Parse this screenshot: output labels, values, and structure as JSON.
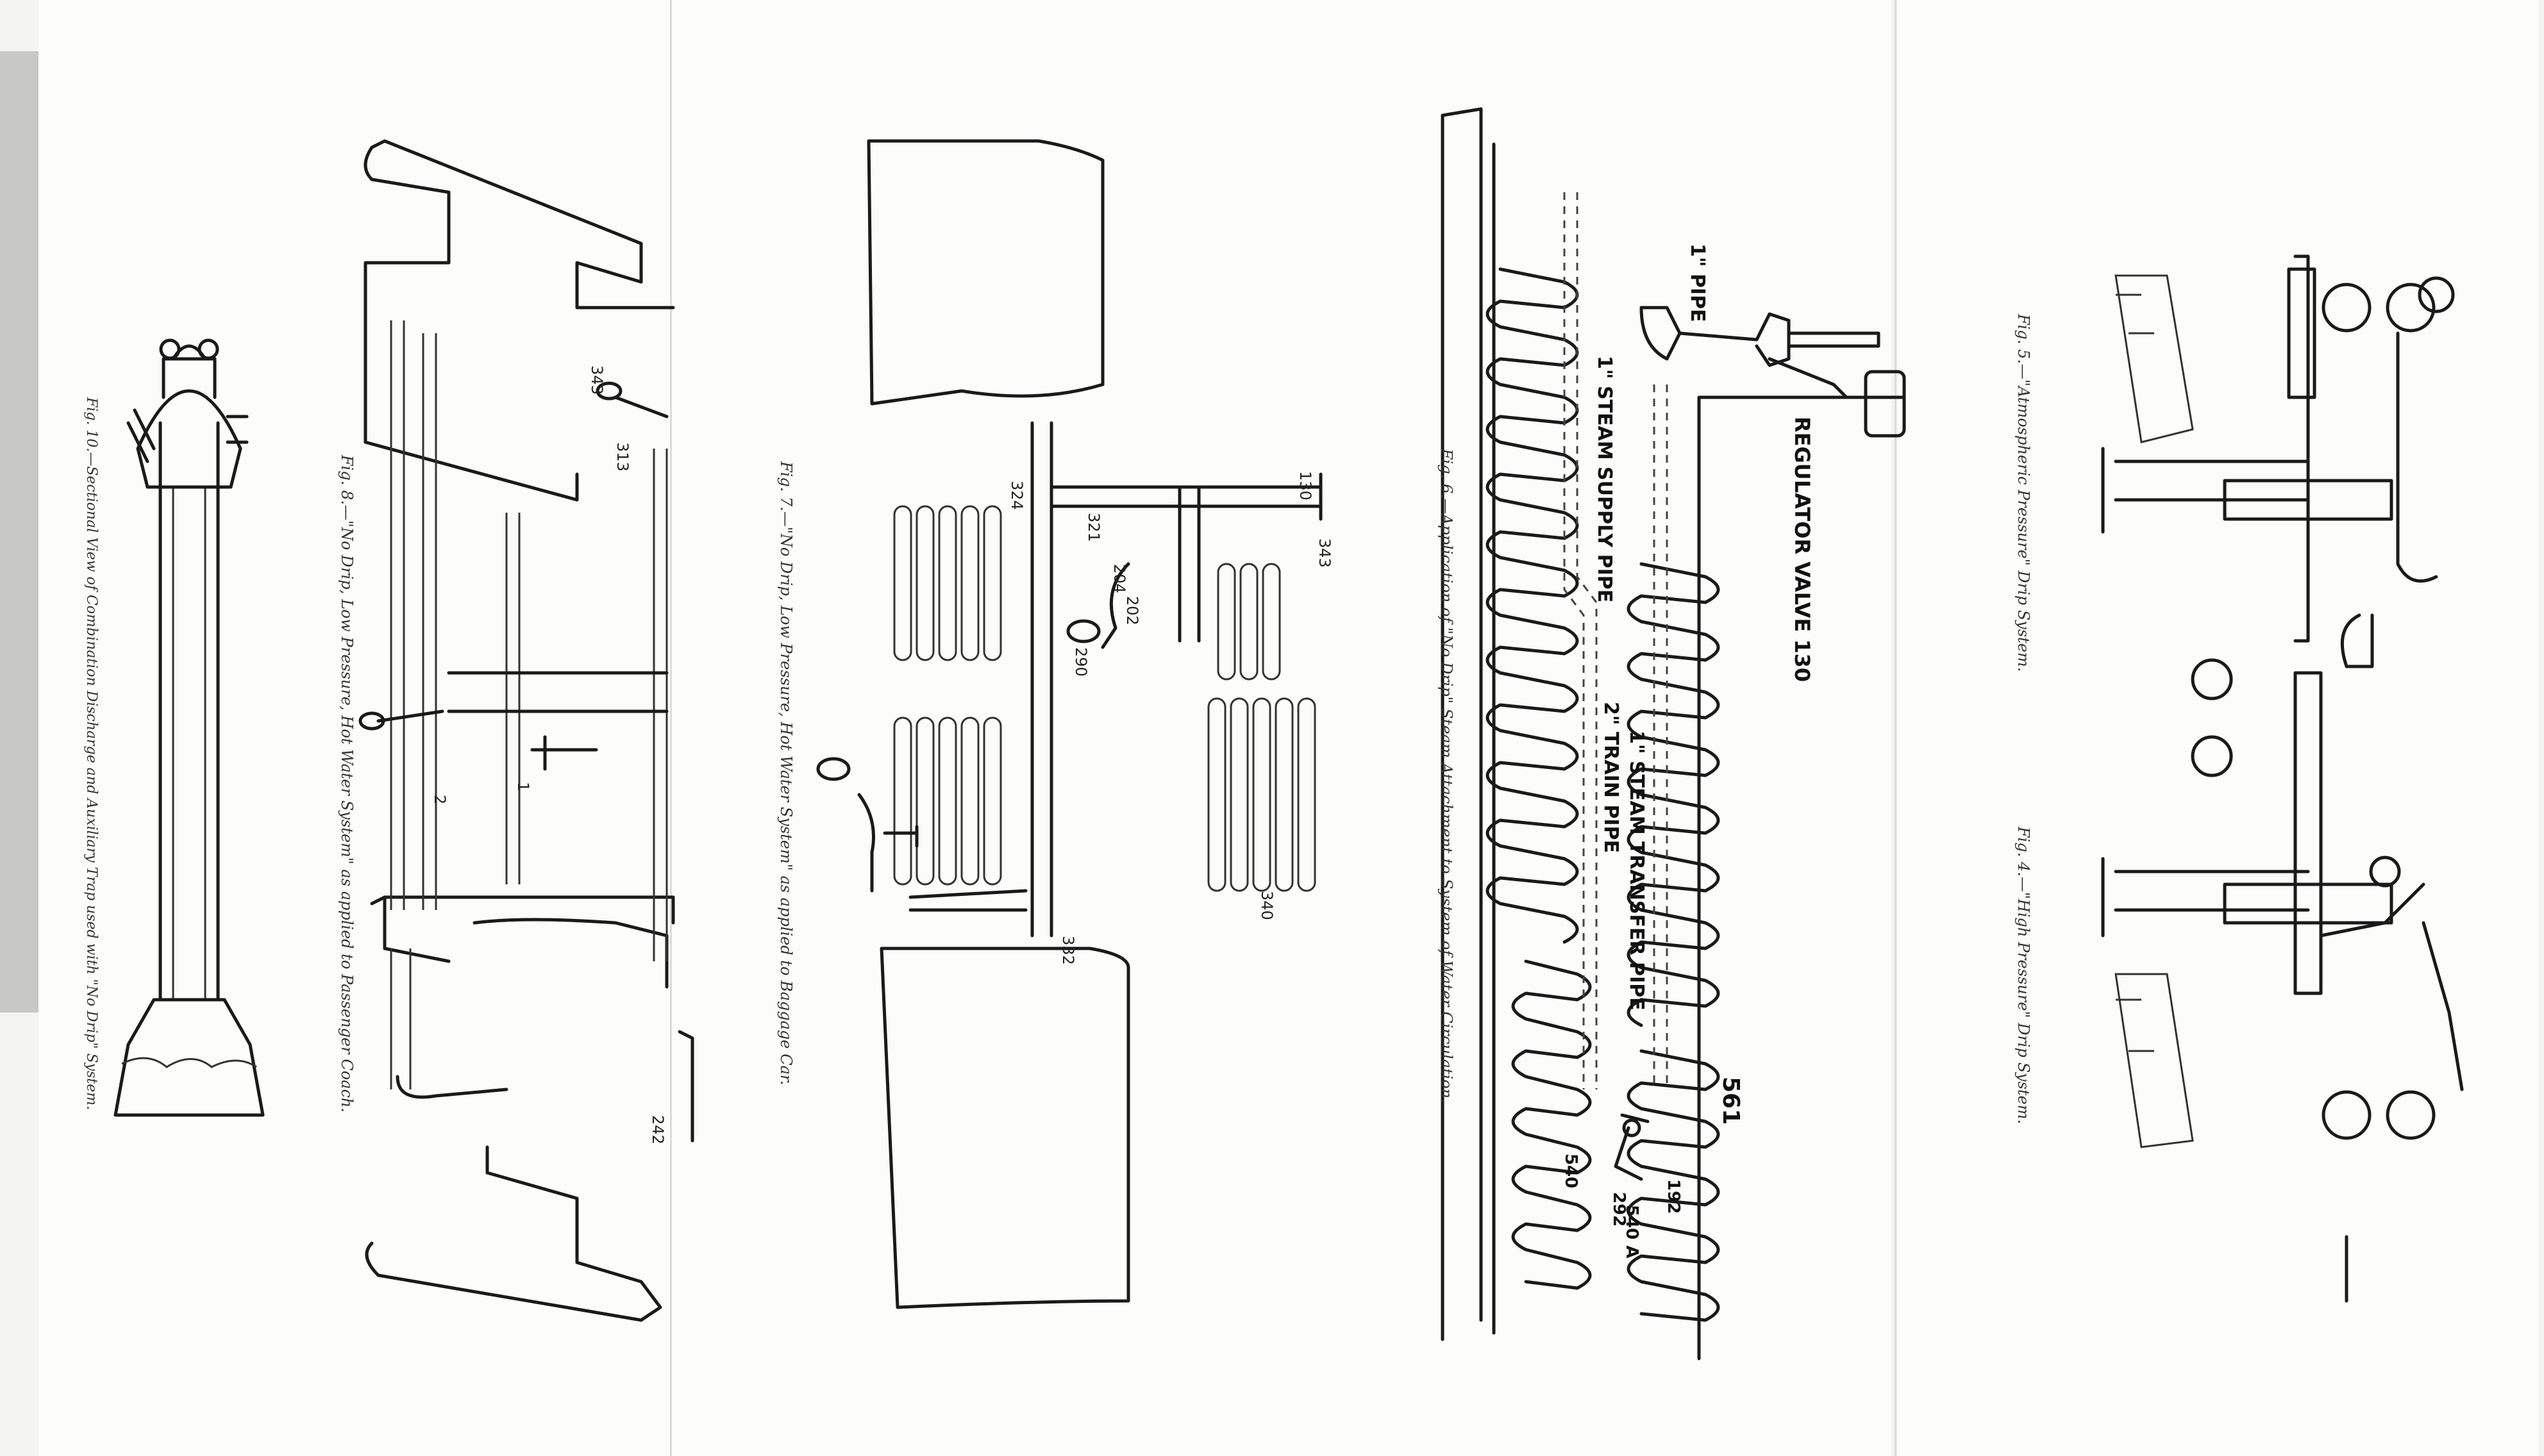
{
  "figures": {
    "fig10": {
      "caption": "Fig. 10.—Sectional View of Combination Discharge and Auxiliary Trap used with \"No Drip\" System."
    },
    "fig8": {
      "caption": "Fig. 8.—\"No Drip, Low Pressure, Hot Water System\" as applied to Passenger Coach."
    },
    "fig7": {
      "caption": "Fig. 7.—\"No Drip, Low Pressure, Hot Water System\" as applied to Baggage Car."
    },
    "fig6": {
      "caption": "Fig. 6.—Application of \"No Drip\" Steam Attachment to System of Water Circulation."
    },
    "fig5": {
      "caption": "Fig. 5.—\"Atmospheric Pressure\" Drip System."
    },
    "fig4": {
      "caption": "Fig. 4.—\"High Pressure\" Drip System."
    }
  },
  "labels": {
    "pipe_1in": "1\" PIPE",
    "steam_supply": "1\" STEAM SUPPLY PIPE",
    "regulator": "REGULATOR VALVE 130",
    "train_pipe": "2\" TRAIN PIPE",
    "steam_transfer": "1\" STEAM TRANSFER PIPE",
    "n561": "561",
    "n540": "540",
    "n540a": "540 A",
    "n292": "292",
    "n192": "192"
  },
  "fig7_numbers": [
    "130",
    "343",
    "324",
    "321",
    "202",
    "204",
    "340",
    "332",
    "290"
  ],
  "fig8_numbers": [
    "343",
    "313",
    "242",
    "2",
    "1"
  ]
}
